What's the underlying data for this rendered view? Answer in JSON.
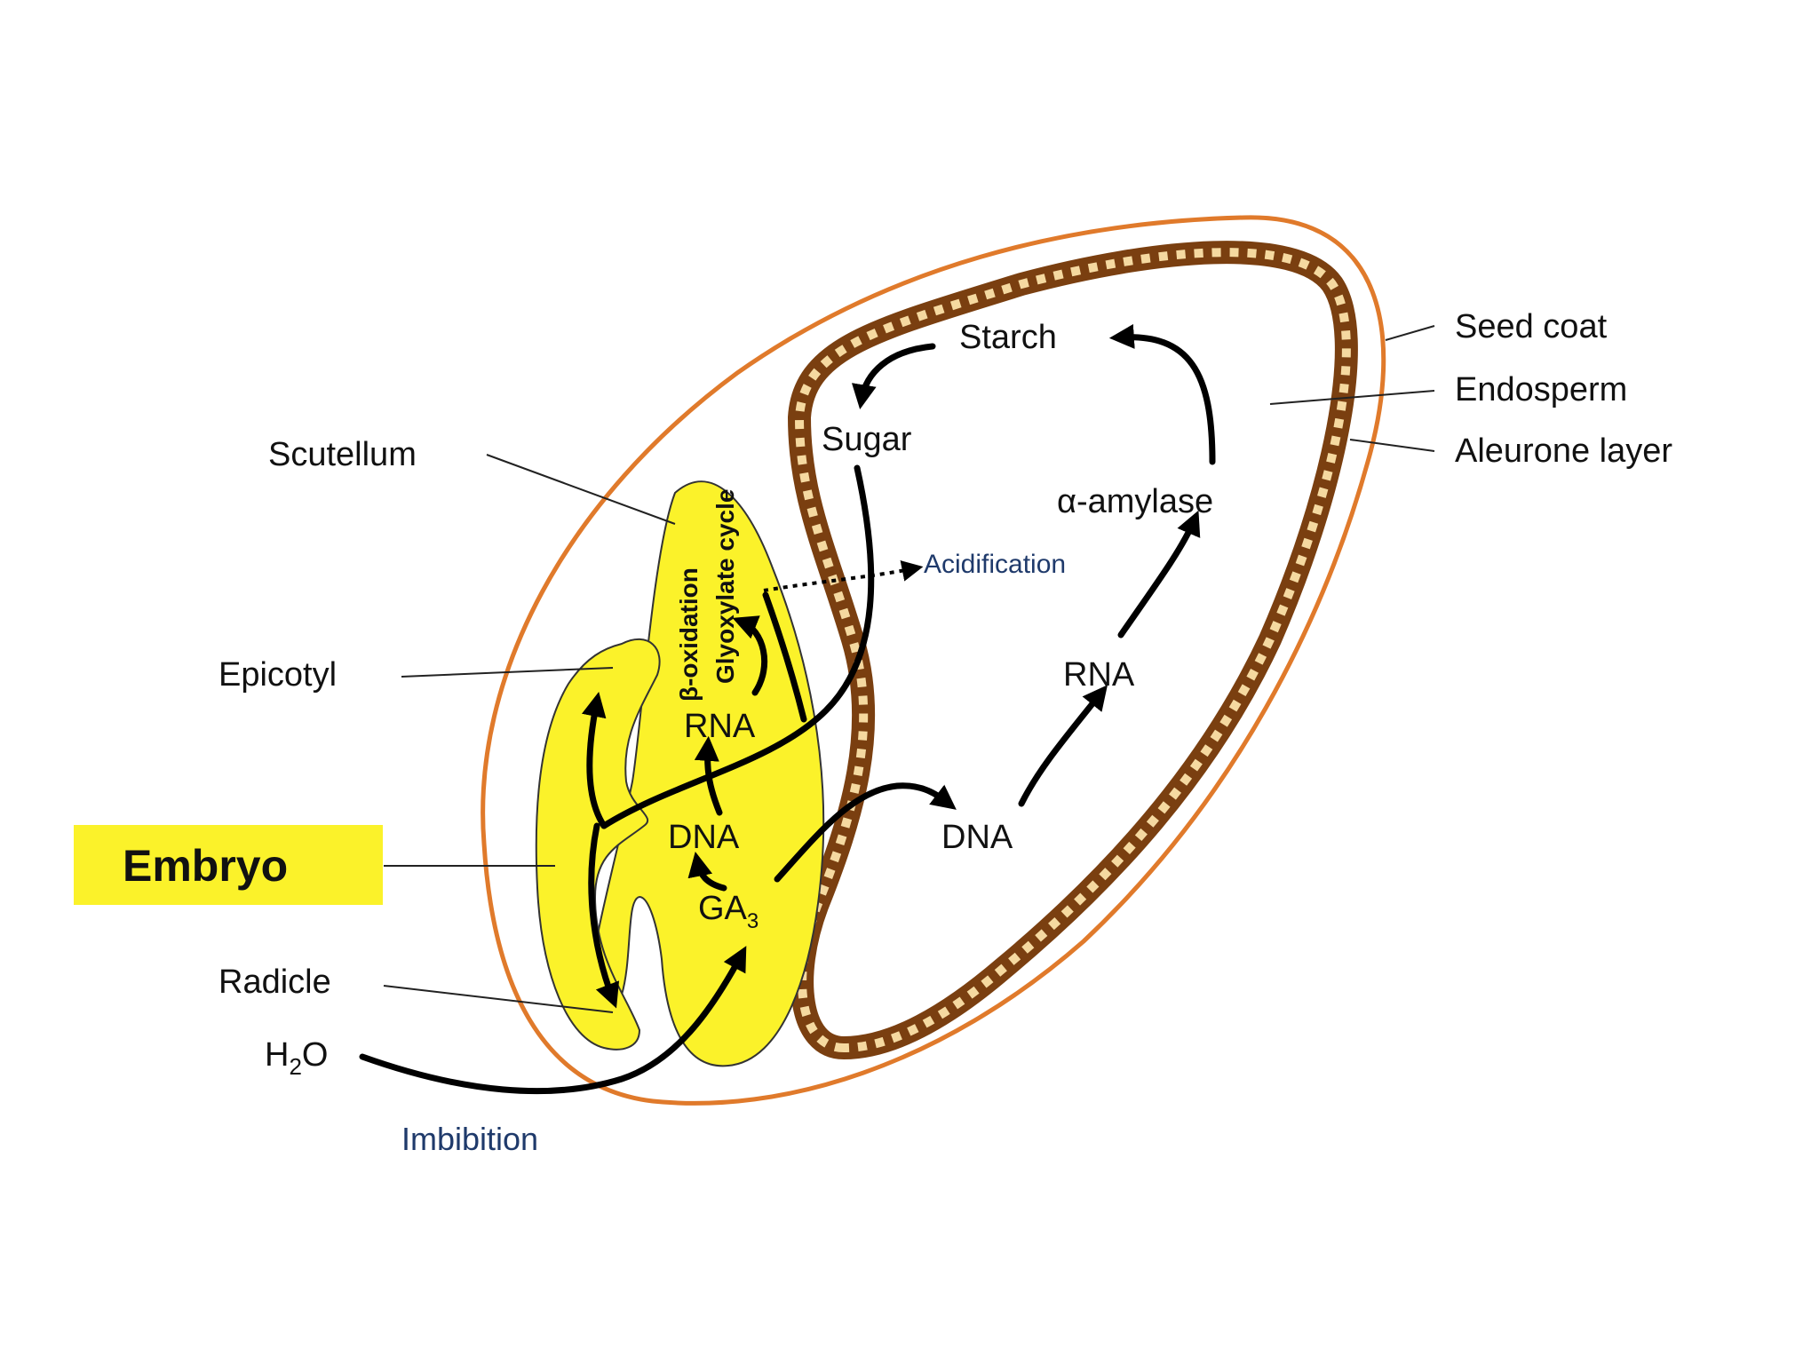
{
  "colors": {
    "seed_coat": "#e07a2b",
    "aleurone": "#7a3f10",
    "aleurone_dots": "#f5d9a0",
    "embryo_fill": "#fbf22a",
    "embryo_label_bg": "#fbf22a",
    "arrow": "#000000",
    "blue_text": "#1f3a6b"
  },
  "labels": {
    "seed_coat": "Seed coat",
    "endosperm": "Endosperm",
    "aleurone_layer": "Aleurone layer",
    "scutellum": "Scutellum",
    "epicotyl": "Epicotyl",
    "embryo": "Embryo",
    "radicle": "Radicle",
    "h2o": "H",
    "h2o_sub": "2",
    "h2o_tail": "O",
    "imbibition": "Imbibition",
    "starch": "Starch",
    "sugar": "Sugar",
    "alpha_amylase": "α-amylase",
    "rna_right": "RNA",
    "dna_right": "DNA",
    "acidification": "Acidification",
    "beta_oxidation": "β-oxidation",
    "glyoxylate_cycle": "Glyoxylate cycle",
    "rna_embryo": "RNA",
    "dna_embryo": "DNA",
    "ga3": "GA",
    "ga3_sub": "3"
  }
}
